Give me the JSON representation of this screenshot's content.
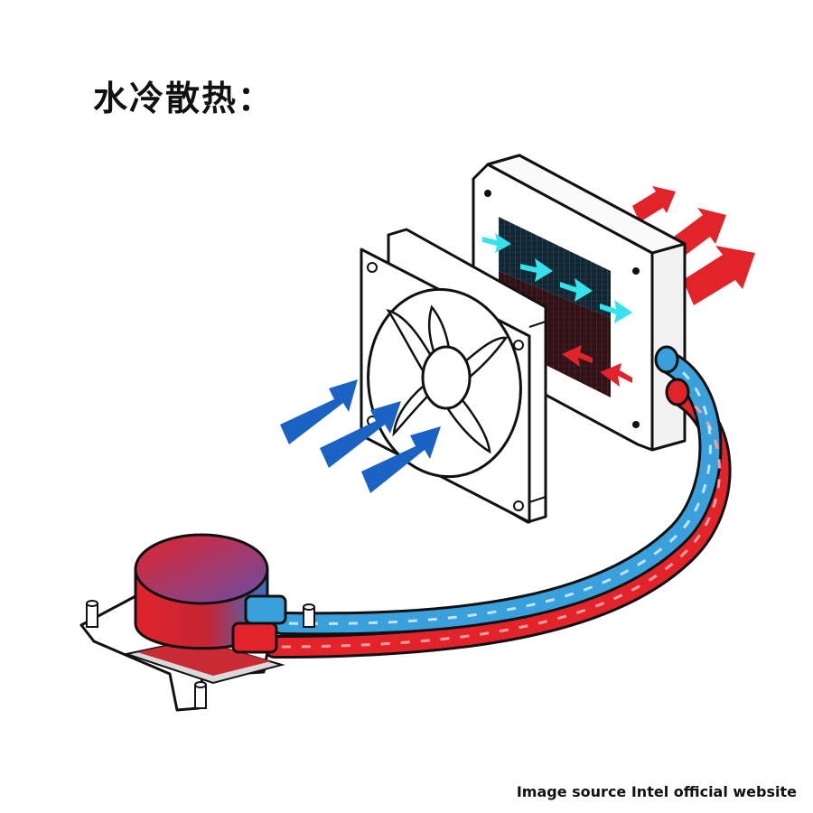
{
  "title": "水冷散热：",
  "source_note": "Image source Intel official website",
  "colors": {
    "hot": "#e3232a",
    "cool_tube": "#3aa0dc",
    "cool_air": "#1a62c3",
    "cyan_arrow": "#35e2ee",
    "outline": "#111111",
    "panel": "#ffffff"
  },
  "components": {
    "pump_block": "cpu-pump-block",
    "tubes": [
      "cool-tube",
      "hot-tube"
    ],
    "fan": "fan",
    "radiator": "radiator"
  }
}
